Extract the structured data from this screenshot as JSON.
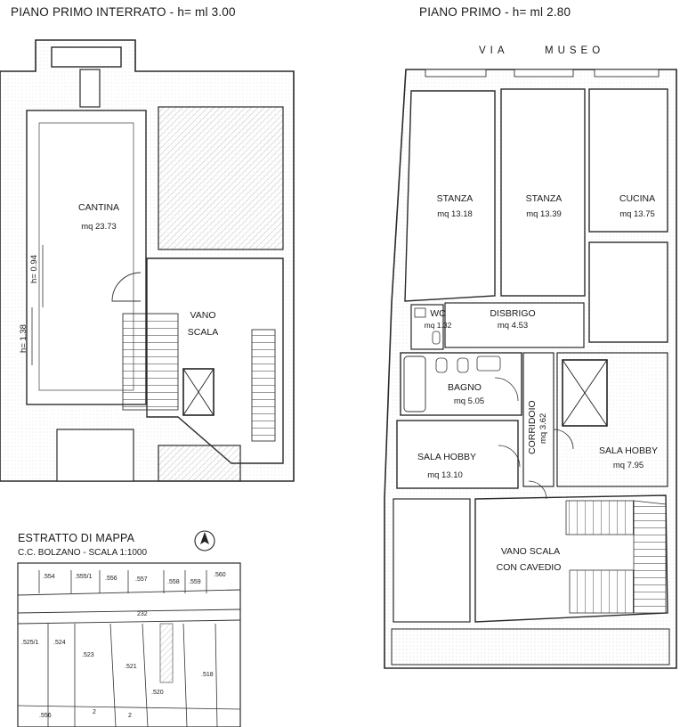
{
  "basement": {
    "title": "PIANO PRIMO INTERRATO - h= ml 3.00",
    "cantina": {
      "name": "CANTINA",
      "area": "mq 23.73"
    },
    "vano_scala": {
      "line1": "VANO",
      "line2": "SCALA"
    },
    "height_1": "h= 0.94",
    "height_2": "h= 1.38"
  },
  "first_floor": {
    "title": "PIANO PRIMO - h= ml 2.80",
    "street": {
      "word1": "VIA",
      "word2": "MUSEO"
    },
    "rooms": [
      {
        "name": "STANZA",
        "area": "mq 13.18"
      },
      {
        "name": "STANZA",
        "area": "mq 13.39"
      },
      {
        "name": "CUCINA",
        "area": "mq 13.75"
      },
      {
        "name": "WC",
        "area": "mq 1.32"
      },
      {
        "name": "DISBRIGO",
        "area": "mq 4.53"
      },
      {
        "name": "BAGNO",
        "area": "mq 5.05"
      },
      {
        "name": "CORRIDOIO",
        "area": "mq 3.62"
      },
      {
        "name": "SALA HOBBY",
        "area": "mq 13.10"
      },
      {
        "name": "SALA HOBBY",
        "area": "mq 7.95"
      }
    ],
    "vano_scala": {
      "line1": "VANO SCALA",
      "line2": "CON CAVEDIO"
    }
  },
  "map": {
    "title": "ESTRATTO DI MAPPA",
    "subtitle": "C.C. BOLZANO - SCALA 1:1000",
    "parcels": [
      ".554",
      ".555/1",
      ".556",
      ".557",
      ".558",
      ".559",
      ".560",
      "232",
      ".525/1",
      ".524",
      ".523",
      ".521",
      ".518",
      ".520",
      ".556",
      "2",
      "2"
    ]
  },
  "icons": [
    "north-arrow-icon"
  ]
}
